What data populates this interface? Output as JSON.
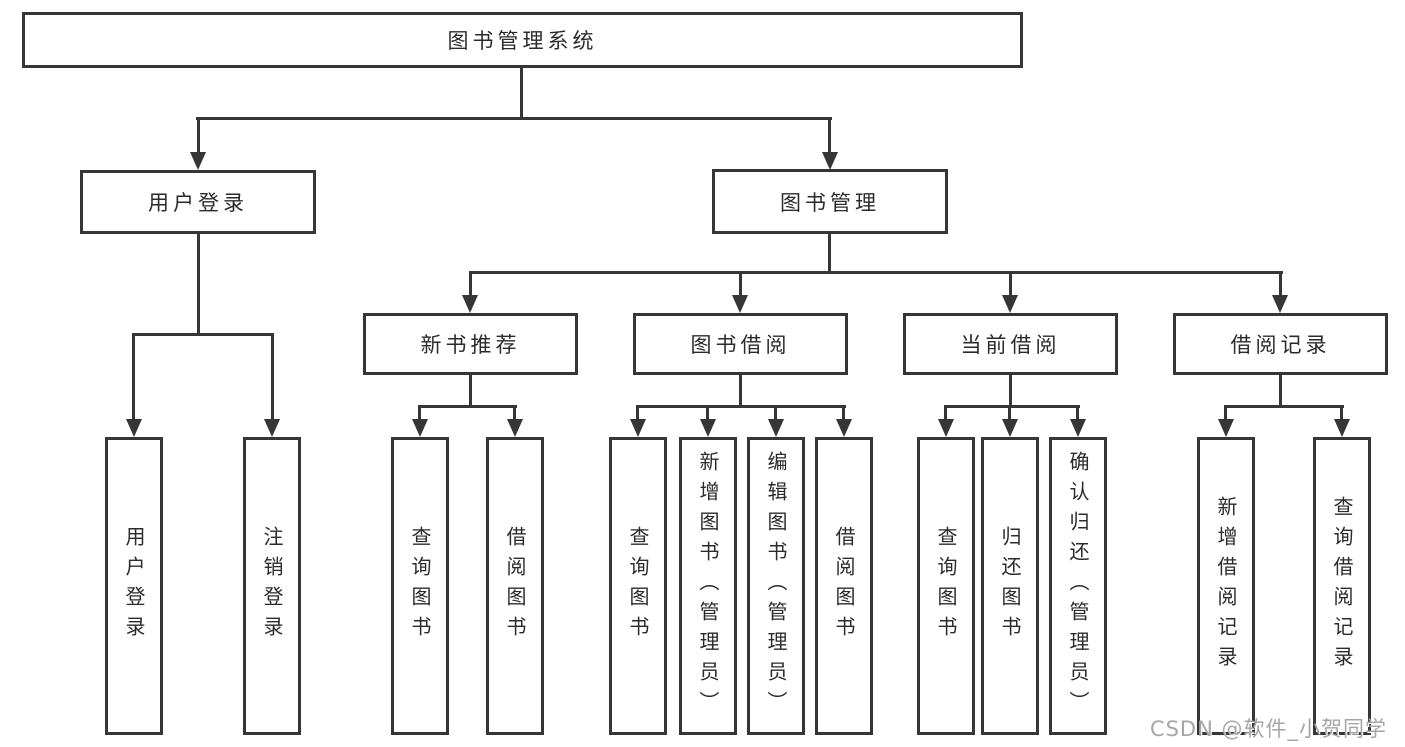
{
  "diagram": {
    "title_node": "root",
    "root": {
      "label": "图书管理系统"
    },
    "branches": [
      {
        "label": "用户登录",
        "children": [
          {
            "label": "用户登录"
          },
          {
            "label": "注销登录"
          }
        ]
      },
      {
        "label": "图书管理",
        "children": [
          {
            "label": "新书推荐",
            "children": [
              {
                "label": "查询图书"
              },
              {
                "label": "借阅图书"
              }
            ]
          },
          {
            "label": "图书借阅",
            "children": [
              {
                "label": "查询图书"
              },
              {
                "label": "新增图书（管理员）"
              },
              {
                "label": "编辑图书（管理员）"
              },
              {
                "label": "借阅图书"
              }
            ]
          },
          {
            "label": "当前借阅",
            "children": [
              {
                "label": "查询图书"
              },
              {
                "label": "归还图书"
              },
              {
                "label": "确认归还（管理员）"
              }
            ]
          },
          {
            "label": "借阅记录",
            "children": [
              {
                "label": "新增借阅记录"
              },
              {
                "label": "查询借阅记录"
              }
            ]
          }
        ]
      }
    ]
  },
  "watermark": {
    "text": "CSDN @软件_小贺同学",
    "color": "#a6a6a6"
  },
  "colors": {
    "line": "#363636",
    "text": "#2b2b2b",
    "background": "#ffffff"
  }
}
